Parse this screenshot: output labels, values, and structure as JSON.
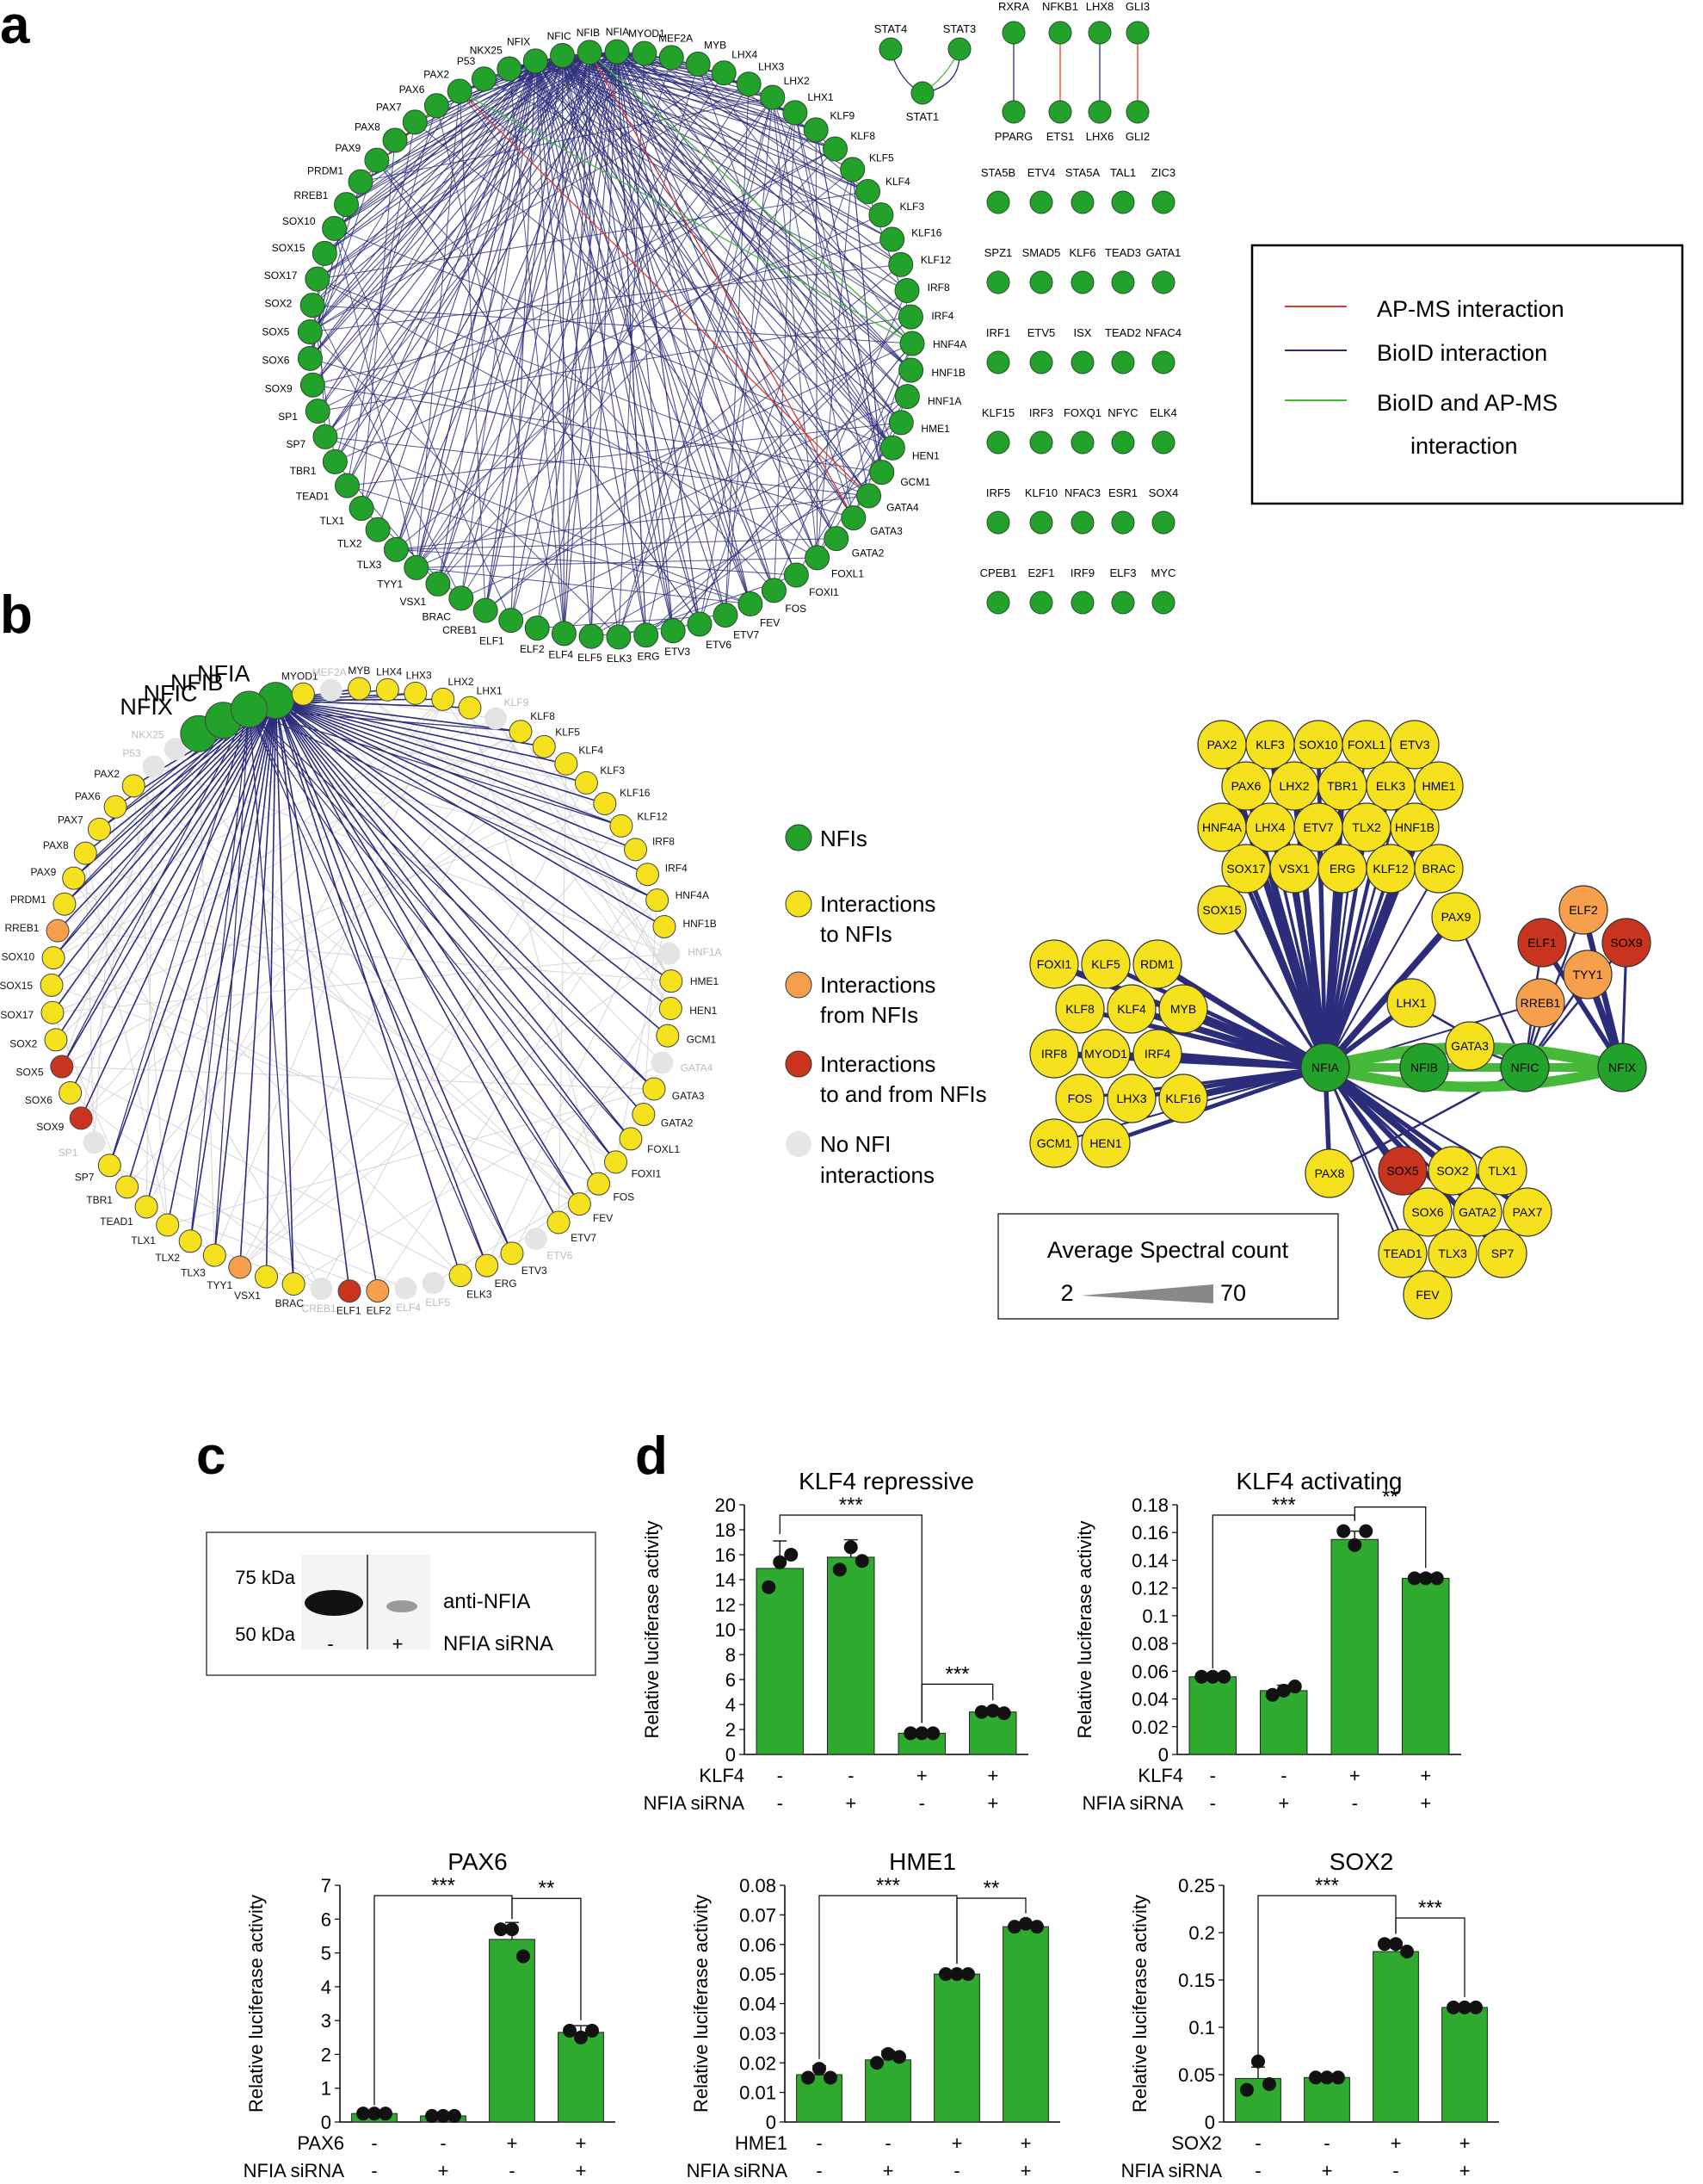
{
  "panel_letters": {
    "a": "a",
    "b": "b",
    "c": "c",
    "d": "d"
  },
  "colors": {
    "green": "#22a12b",
    "yellow": "#f5e11d",
    "orange": "#f6a04d",
    "red": "#c8341e",
    "grey": "#dcdcdc",
    "bioid": "#2b2d7b",
    "apms": "#e03b2a",
    "both": "#46b93a",
    "bar": "#2eab2e"
  },
  "panel_a": {
    "circle_nodes": [
      "NFIA",
      "MYOD1",
      "MEF2A",
      "MYB",
      "LHX4",
      "LHX3",
      "LHX2",
      "LHX1",
      "KLF9",
      "KLF8",
      "KLF5",
      "KLF4",
      "KLF3",
      "KLF16",
      "KLF12",
      "IRF8",
      "IRF4",
      "HNF4A",
      "HNF1B",
      "HNF1A",
      "HME1",
      "HEN1",
      "GCM1",
      "GATA4",
      "GATA3",
      "GATA2",
      "FOXL1",
      "FOXI1",
      "FOS",
      "FEV",
      "ETV7",
      "ETV6",
      "ETV3",
      "ERG",
      "ELK3",
      "ELF5",
      "ELF4",
      "ELF2",
      "ELF1",
      "CREB1",
      "BRAC",
      "VSX1",
      "TYY1",
      "TLX3",
      "TLX2",
      "TLX1",
      "TEAD1",
      "TBR1",
      "SP7",
      "SP1",
      "SOX9",
      "SOX6",
      "SOX5",
      "SOX2",
      "SOX17",
      "SOX15",
      "SOX10",
      "RREB1",
      "PRDM1",
      "PAX9",
      "PAX8",
      "PAX7",
      "PAX6",
      "PAX2",
      "P53",
      "NKX25",
      "NFIX",
      "NFIC",
      "NFIB"
    ],
    "stat_nodes": [
      "STAT4",
      "STAT3",
      "STAT1"
    ],
    "pairs": [
      [
        "RXRA",
        "PPARG"
      ],
      [
        "NFKB1",
        "ETS1"
      ],
      [
        "LHX8",
        "LHX6"
      ],
      [
        "GLI3",
        "GLI2"
      ]
    ],
    "singleton_rows": [
      [
        "STA5B",
        "ETV4",
        "STA5A",
        "TAL1",
        "ZIC3"
      ],
      [
        "SPZ1",
        "SMAD5",
        "KLF6",
        "TEAD3",
        "GATA1"
      ],
      [
        "IRF1",
        "ETV5",
        "ISX",
        "TEAD2",
        "NFAC4"
      ],
      [
        "KLF15",
        "IRF3",
        "FOXQ1",
        "NFYC",
        "ELK4"
      ],
      [
        "IRF5",
        "KLF10",
        "NFAC3",
        "ESR1",
        "SOX4"
      ],
      [
        "CPEB1",
        "E2F1",
        "IRF9",
        "ELF3",
        "MYC"
      ]
    ],
    "legend": {
      "apms": "AP-MS interaction",
      "bioid": "BioID interaction",
      "both_line1": "BioID  and AP-MS",
      "both_line2": "interaction"
    }
  },
  "panel_b": {
    "legend": {
      "nfi": "NFIs",
      "to_1": "Interactions",
      "to_2": "to NFIs",
      "from_1": "Interactions",
      "from_2": "from NFIs",
      "both_1": "Interactions",
      "both_2": "to and from NFIs",
      "none_1": "No NFI",
      "none_2": "interactions"
    },
    "nfi_labels": [
      "NFIA",
      "NFIB",
      "NFIC",
      "NFIX"
    ],
    "orange_nodes": [
      "RREB1",
      "TYY1",
      "ELF2"
    ],
    "red_nodes": [
      "SOX5",
      "SOX9",
      "ELF1"
    ],
    "grey_nodes": [
      "MEF2A",
      "KLF9",
      "NKX25",
      "P53",
      "HNF1A",
      "GATA4",
      "ETV6",
      "ELF5",
      "ELF4",
      "CREB1",
      "SP1"
    ],
    "spectral": {
      "title": "Average Spectral count",
      "min": "2",
      "max": "70"
    },
    "cluster_nodes": {
      "top": [
        "PAX2",
        "KLF3",
        "SOX10",
        "FOXL1",
        "ETV3",
        "PAX6",
        "LHX2",
        "TBR1",
        "ELK3",
        "HME1",
        "HNF4A",
        "LHX4",
        "ETV7",
        "TLX2",
        "HNF1B",
        "SOX17",
        "VSX1",
        "ERG",
        "KLF12",
        "BRAC",
        "SOX15"
      ],
      "left": [
        "FOXI1",
        "KLF5",
        "RDM1",
        "KLF8",
        "KLF4",
        "MYB",
        "IRF8",
        "MYOD1",
        "IRF4",
        "FOS",
        "LHX3",
        "KLF16",
        "GCM1",
        "HEN1"
      ],
      "middle": [
        "PAX9",
        "LHX1",
        "GATA3",
        "RREB1",
        "PAX8"
      ],
      "right": [
        "ELF2",
        "ELF1",
        "SOX9",
        "TYY1"
      ],
      "bottom": [
        "SOX5",
        "SOX2",
        "TLX1",
        "SOX6",
        "GATA2",
        "PAX7",
        "TEAD1",
        "TLX3",
        "SP7",
        "FEV"
      ],
      "nfi": [
        "NFIA",
        "NFIB",
        "NFIC",
        "NFIX"
      ]
    }
  },
  "panel_c": {
    "kda_top": "75 kDa",
    "kda_bottom": "50 kDa",
    "antibody": "anti-NFIA",
    "sirna": "NFIA siRNA",
    "lane_minus": "-",
    "lane_plus": "+"
  },
  "panel_d_common": {
    "ylabel": "Relative luciferase activity",
    "sirna_label": "NFIA siRNA",
    "tf_row": [
      "-",
      "-",
      "+",
      "+"
    ],
    "sirna_row": [
      "-",
      "+",
      "-",
      "+"
    ]
  },
  "chart_data": [
    {
      "type": "bar",
      "title": "KLF4 repressive",
      "tf_label": "KLF4",
      "ylim": [
        0,
        20
      ],
      "yticks": [
        "0",
        "2",
        "4",
        "6",
        "8",
        "10",
        "12",
        "14",
        "16",
        "18",
        "20"
      ],
      "values": [
        14.9,
        15.8,
        1.7,
        3.4
      ],
      "errors": [
        2.2,
        1.4,
        0.15,
        0.3
      ],
      "dots": [
        [
          13.4,
          15.4,
          16.0
        ],
        [
          14.8,
          16.6,
          15.5
        ],
        [
          1.7,
          1.7,
          1.7
        ],
        [
          3.4,
          3.5,
          3.3
        ]
      ],
      "sig": [
        {
          "a": 0,
          "b": 2,
          "label": "***"
        },
        {
          "a": 2,
          "b": 3,
          "label": "***"
        }
      ]
    },
    {
      "type": "bar",
      "title": "KLF4 activating",
      "tf_label": "KLF4",
      "ylim": [
        0,
        0.18
      ],
      "yticks": [
        "0",
        "0.02",
        "0.04",
        "0.06",
        "0.08",
        "0.1",
        "0.12",
        "0.14",
        "0.16",
        "0.18"
      ],
      "values": [
        0.056,
        0.046,
        0.155,
        0.127
      ],
      "errors": [
        0.001,
        0.004,
        0.006,
        0.003
      ],
      "dots": [
        [
          0.056,
          0.056,
          0.056
        ],
        [
          0.043,
          0.046,
          0.049
        ],
        [
          0.161,
          0.151,
          0.161
        ],
        [
          0.127,
          0.127,
          0.127
        ]
      ],
      "sig": [
        {
          "a": 0,
          "b": 2,
          "label": "***"
        },
        {
          "a": 2,
          "b": 3,
          "label": "**"
        }
      ]
    },
    {
      "type": "bar",
      "title": "PAX6",
      "tf_label": "PAX6",
      "ylim": [
        0,
        7
      ],
      "yticks": [
        "0",
        "1",
        "2",
        "3",
        "4",
        "5",
        "6",
        "7"
      ],
      "values": [
        0.25,
        0.18,
        5.4,
        2.65
      ],
      "errors": [
        0.04,
        0.03,
        0.5,
        0.2
      ],
      "dots": [
        [
          0.25,
          0.25,
          0.25
        ],
        [
          0.18,
          0.18,
          0.18
        ],
        [
          5.7,
          5.7,
          4.9
        ],
        [
          2.7,
          2.5,
          2.7
        ]
      ],
      "sig": [
        {
          "a": 0,
          "b": 2,
          "label": "***"
        },
        {
          "a": 2,
          "b": 3,
          "label": "**"
        }
      ]
    },
    {
      "type": "bar",
      "title": "HME1",
      "tf_label": "HME1",
      "ylim": [
        0,
        0.08
      ],
      "yticks": [
        "0",
        "0.01",
        "0.02",
        "0.03",
        "0.04",
        "0.05",
        "0.06",
        "0.07",
        "0.08"
      ],
      "values": [
        0.016,
        0.021,
        0.05,
        0.066
      ],
      "errors": [
        0.003,
        0.003,
        0.0005,
        0.0015
      ],
      "dots": [
        [
          0.015,
          0.018,
          0.015
        ],
        [
          0.02,
          0.023,
          0.022
        ],
        [
          0.05,
          0.05,
          0.05
        ],
        [
          0.066,
          0.067,
          0.066
        ]
      ],
      "sig": [
        {
          "a": 0,
          "b": 2,
          "label": "***"
        },
        {
          "a": 2,
          "b": 3,
          "label": "**"
        }
      ]
    },
    {
      "type": "bar",
      "title": "SOX2",
      "tf_label": "SOX2",
      "ylim": [
        0,
        0.25
      ],
      "yticks": [
        "0",
        "0.05",
        "0.1",
        "0.15",
        "0.2",
        "0.25"
      ],
      "values": [
        0.046,
        0.047,
        0.18,
        0.121
      ],
      "errors": [
        0.012,
        0.001,
        0.01,
        0.001
      ],
      "dots": [
        [
          0.034,
          0.064,
          0.04
        ],
        [
          0.047,
          0.047,
          0.047
        ],
        [
          0.188,
          0.188,
          0.18
        ],
        [
          0.121,
          0.121,
          0.121
        ]
      ],
      "sig": [
        {
          "a": 0,
          "b": 2,
          "label": "***"
        },
        {
          "a": 2,
          "b": 3,
          "label": "***"
        }
      ]
    }
  ]
}
